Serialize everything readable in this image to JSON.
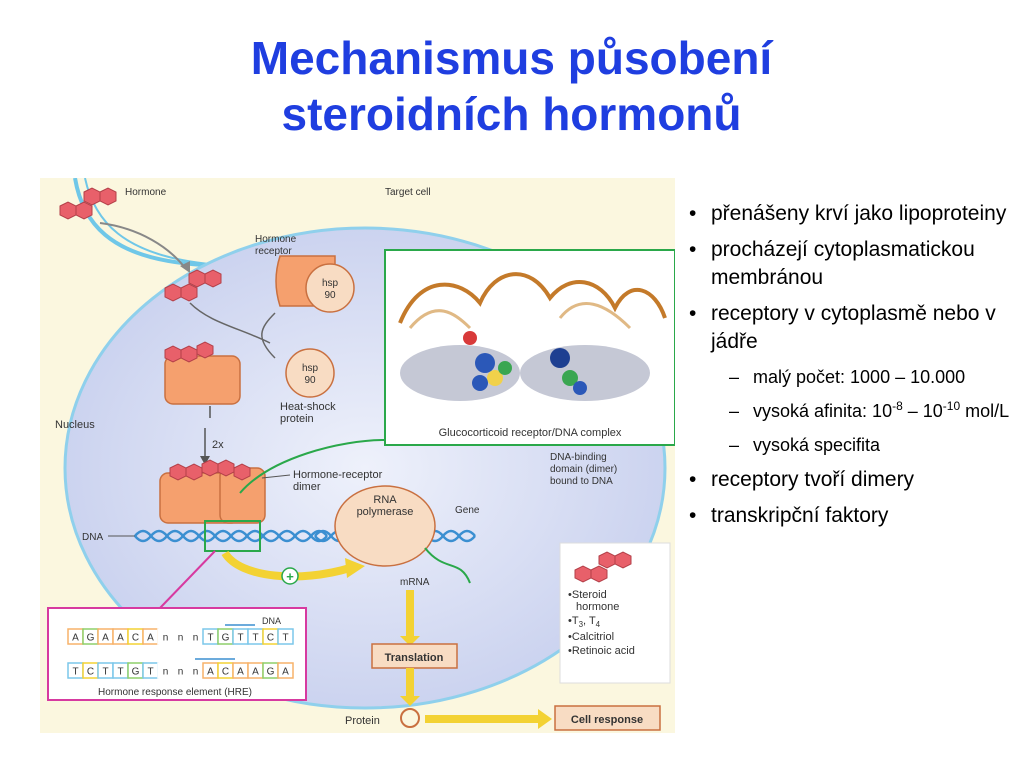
{
  "slide": {
    "title_line1": "Mechanismus působení",
    "title_line2": "steroidních hormonů"
  },
  "figure": {
    "hormone": "Hormone",
    "target_cell": "Target cell",
    "hormone_receptor_1": "Hormone",
    "hormone_receptor_2": "receptor",
    "hsp_1": "hsp",
    "hsp_2": "90",
    "heat_shock_1": "Heat-shock",
    "heat_shock_2": "protein",
    "nucleus": "Nucleus",
    "two_x": "2x",
    "dimer_1": "Hormone-receptor",
    "dimer_2": "dimer",
    "dna_label": "DNA",
    "rna_pol_1": "RNA",
    "rna_pol_2": "polymerase",
    "gene": "Gene",
    "mrna": "mRNA",
    "plus": "+",
    "inset_caption": "Glucocorticoid receptor/DNA complex",
    "dna_binding_1": "DNA-binding",
    "dna_binding_2": "domain (dimer)",
    "dna_binding_3": "bound to DNA",
    "hre_dna": "DNA",
    "hre_top": [
      "A",
      "G",
      "A",
      "A",
      "C",
      "A",
      "n",
      "n",
      "n",
      "T",
      "G",
      "T",
      "T",
      "C",
      "T"
    ],
    "hre_bottom": [
      "T",
      "C",
      "T",
      "T",
      "G",
      "T",
      "n",
      "n",
      "n",
      "A",
      "C",
      "A",
      "A",
      "G",
      "A"
    ],
    "hre_caption": "Hormone response element (HRE)",
    "translation": "Translation",
    "protein": "Protein",
    "cell_response": "Cell response",
    "legend_1": "•Steroid",
    "legend_1b": "hormone",
    "legend_2": "•T",
    "legend_2_sub1": "3",
    "legend_2_mid": ", T",
    "legend_2_sub2": "4",
    "legend_3": "•Calcitriol",
    "legend_4": "•Retinoic acid"
  },
  "bullets": {
    "b1": "přenášeny krví jako lipoproteiny",
    "b2": "procházejí cytoplasmatickou membránou",
    "b3": "receptory v cytoplasmě nebo v jádře",
    "s1": "malý počet: 1000 – 10.000",
    "s2_pre": "vysoká afinita: 10",
    "s2_sup1": "-8",
    "s2_mid": " – 10",
    "s2_sup2": "-10",
    "s2_post": " mol/L",
    "s3": "vysoká specifita",
    "b4": "receptory tvoří dimery",
    "b5": "transkripční faktory"
  }
}
